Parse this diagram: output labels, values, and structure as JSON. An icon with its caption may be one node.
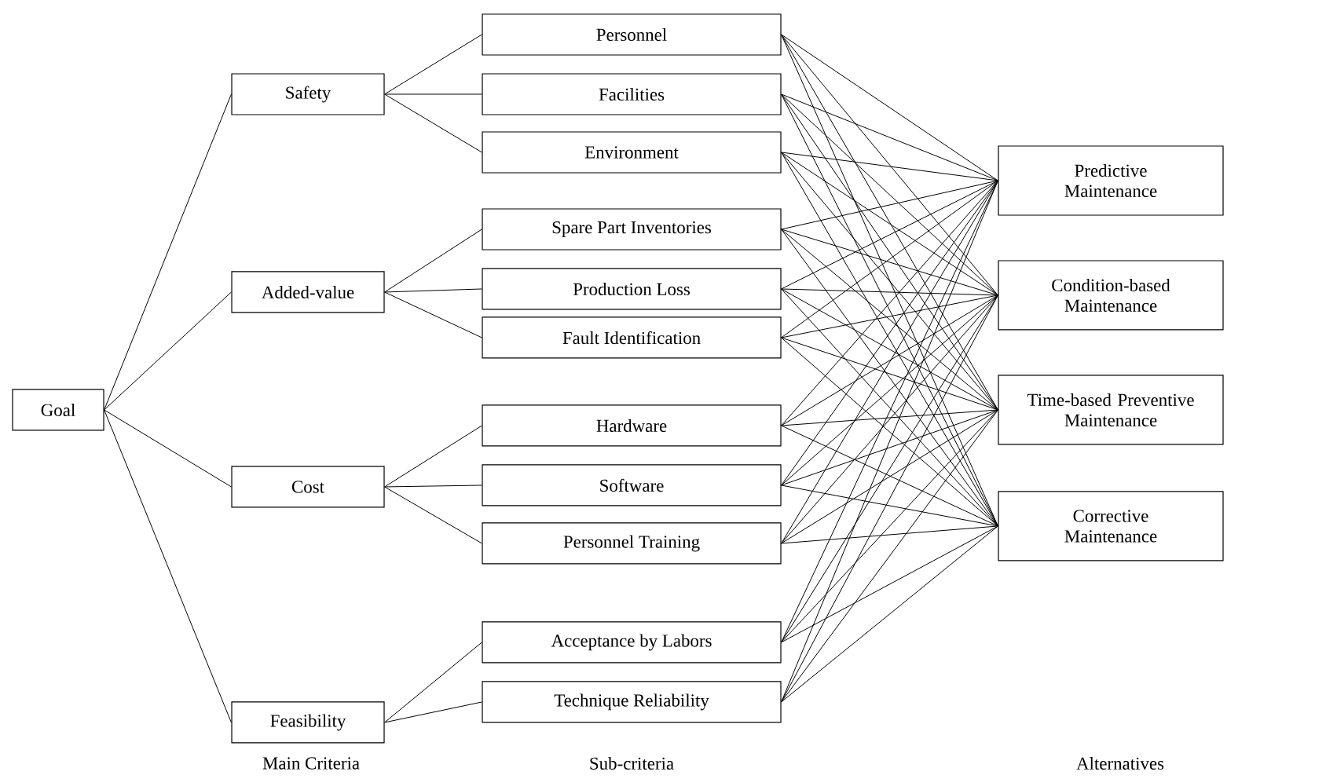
{
  "diagram": {
    "nodes": [
      {
        "text": [
          "Goal"
        ]
      },
      {
        "text": [
          "Safety"
        ]
      },
      {
        "text": [
          "Added-value"
        ]
      },
      {
        "text": [
          "Cost"
        ]
      },
      {
        "text": [
          "Feasibility"
        ]
      },
      {
        "text": [
          "Personnel"
        ]
      },
      {
        "text": [
          "Facilities"
        ]
      },
      {
        "text": [
          "Environment"
        ]
      },
      {
        "text": [
          "Spare Part Inventories"
        ]
      },
      {
        "text": [
          "Production Loss"
        ]
      },
      {
        "text": [
          "Fault Identification"
        ]
      },
      {
        "text": [
          "Hardware"
        ]
      },
      {
        "text": [
          "Software"
        ]
      },
      {
        "text": [
          "Personnel Training"
        ]
      },
      {
        "text": [
          "Acceptance by Labors"
        ]
      },
      {
        "text": [
          "Technique Reliability"
        ]
      },
      {
        "text": [
          "Predictive Maintenance"
        ]
      },
      {
        "text": [
          "Condition-based Maintenance"
        ]
      },
      {
        "text": [
          "Time-based Preventive Maintenance"
        ]
      },
      {
        "text": [
          "Corrective Maintenance"
        ]
      }
    ],
    "edges": [
      {
        "from": 0,
        "to": 1,
        "arrow": "none"
      },
      {
        "from": 0,
        "to": 2,
        "arrow": "none"
      },
      {
        "from": 0,
        "to": 3,
        "arrow": "none"
      },
      {
        "from": 0,
        "to": 4,
        "arrow": "none"
      },
      {
        "from": 1,
        "to": 5,
        "arrow": "none"
      },
      {
        "from": 1,
        "to": 6,
        "arrow": "none"
      },
      {
        "from": 1,
        "to": 7,
        "arrow": "none"
      },
      {
        "from": 2,
        "to": 8,
        "arrow": "none"
      },
      {
        "from": 2,
        "to": 9,
        "arrow": "none"
      },
      {
        "from": 2,
        "to": 10,
        "arrow": "none"
      },
      {
        "from": 3,
        "to": 11,
        "arrow": "none"
      },
      {
        "from": 3,
        "to": 12,
        "arrow": "none"
      },
      {
        "from": 3,
        "to": 13,
        "arrow": "none"
      },
      {
        "from": 4,
        "to": 14,
        "arrow": "none"
      },
      {
        "from": 4,
        "to": 15,
        "arrow": "none"
      },
      {
        "from": 5,
        "to": 16,
        "arrow": "none"
      },
      {
        "from": 5,
        "to": 17,
        "arrow": "none"
      },
      {
        "from": 5,
        "to": 18,
        "arrow": "none"
      },
      {
        "from": 5,
        "to": 19,
        "arrow": "none"
      },
      {
        "from": 6,
        "to": 16,
        "arrow": "none"
      },
      {
        "from": 6,
        "to": 17,
        "arrow": "none"
      },
      {
        "from": 6,
        "to": 18,
        "arrow": "none"
      },
      {
        "from": 6,
        "to": 19,
        "arrow": "none"
      },
      {
        "from": 7,
        "to": 16,
        "arrow": "none"
      },
      {
        "from": 7,
        "to": 17,
        "arrow": "none"
      },
      {
        "from": 7,
        "to": 18,
        "arrow": "none"
      },
      {
        "from": 7,
        "to": 19,
        "arrow": "none"
      },
      {
        "from": 8,
        "to": 16,
        "arrow": "none"
      },
      {
        "from": 8,
        "to": 17,
        "arrow": "none"
      },
      {
        "from": 8,
        "to": 18,
        "arrow": "none"
      },
      {
        "from": 8,
        "to": 19,
        "arrow": "none"
      },
      {
        "from": 9,
        "to": 16,
        "arrow": "none"
      },
      {
        "from": 9,
        "to": 17,
        "arrow": "none"
      },
      {
        "from": 9,
        "to": 18,
        "arrow": "none"
      },
      {
        "from": 9,
        "to": 19,
        "arrow": "none"
      },
      {
        "from": 10,
        "to": 16,
        "arrow": "none"
      },
      {
        "from": 10,
        "to": 17,
        "arrow": "none"
      },
      {
        "from": 10,
        "to": 18,
        "arrow": "none"
      },
      {
        "from": 10,
        "to": 19,
        "arrow": "none"
      },
      {
        "from": 11,
        "to": 16,
        "arrow": "none"
      },
      {
        "from": 11,
        "to": 17,
        "arrow": "none"
      },
      {
        "from": 11,
        "to": 18,
        "arrow": "none"
      },
      {
        "from": 11,
        "to": 19,
        "arrow": "none"
      },
      {
        "from": 12,
        "to": 16,
        "arrow": "none"
      },
      {
        "from": 12,
        "to": 17,
        "arrow": "none"
      },
      {
        "from": 12,
        "to": 18,
        "arrow": "none"
      },
      {
        "from": 12,
        "to": 19,
        "arrow": "none"
      },
      {
        "from": 13,
        "to": 16,
        "arrow": "none"
      },
      {
        "from": 13,
        "to": 17,
        "arrow": "none"
      },
      {
        "from": 13,
        "to": 18,
        "arrow": "none"
      },
      {
        "from": 13,
        "to": 19,
        "arrow": "none"
      },
      {
        "from": 14,
        "to": 16,
        "arrow": "none"
      },
      {
        "from": 14,
        "to": 17,
        "arrow": "none"
      },
      {
        "from": 14,
        "to": 18,
        "arrow": "none"
      },
      {
        "from": 14,
        "to": 19,
        "arrow": "none"
      },
      {
        "from": 15,
        "to": 16,
        "arrow": "none"
      },
      {
        "from": 15,
        "to": 17,
        "arrow": "none"
      },
      {
        "from": 15,
        "to": 18,
        "arrow": "none"
      },
      {
        "from": 15,
        "to": 19,
        "arrow": "none"
      }
    ],
    "labels": [
      "Main Criteria",
      "Sub-criteria",
      "Alternatives"
    ]
  }
}
